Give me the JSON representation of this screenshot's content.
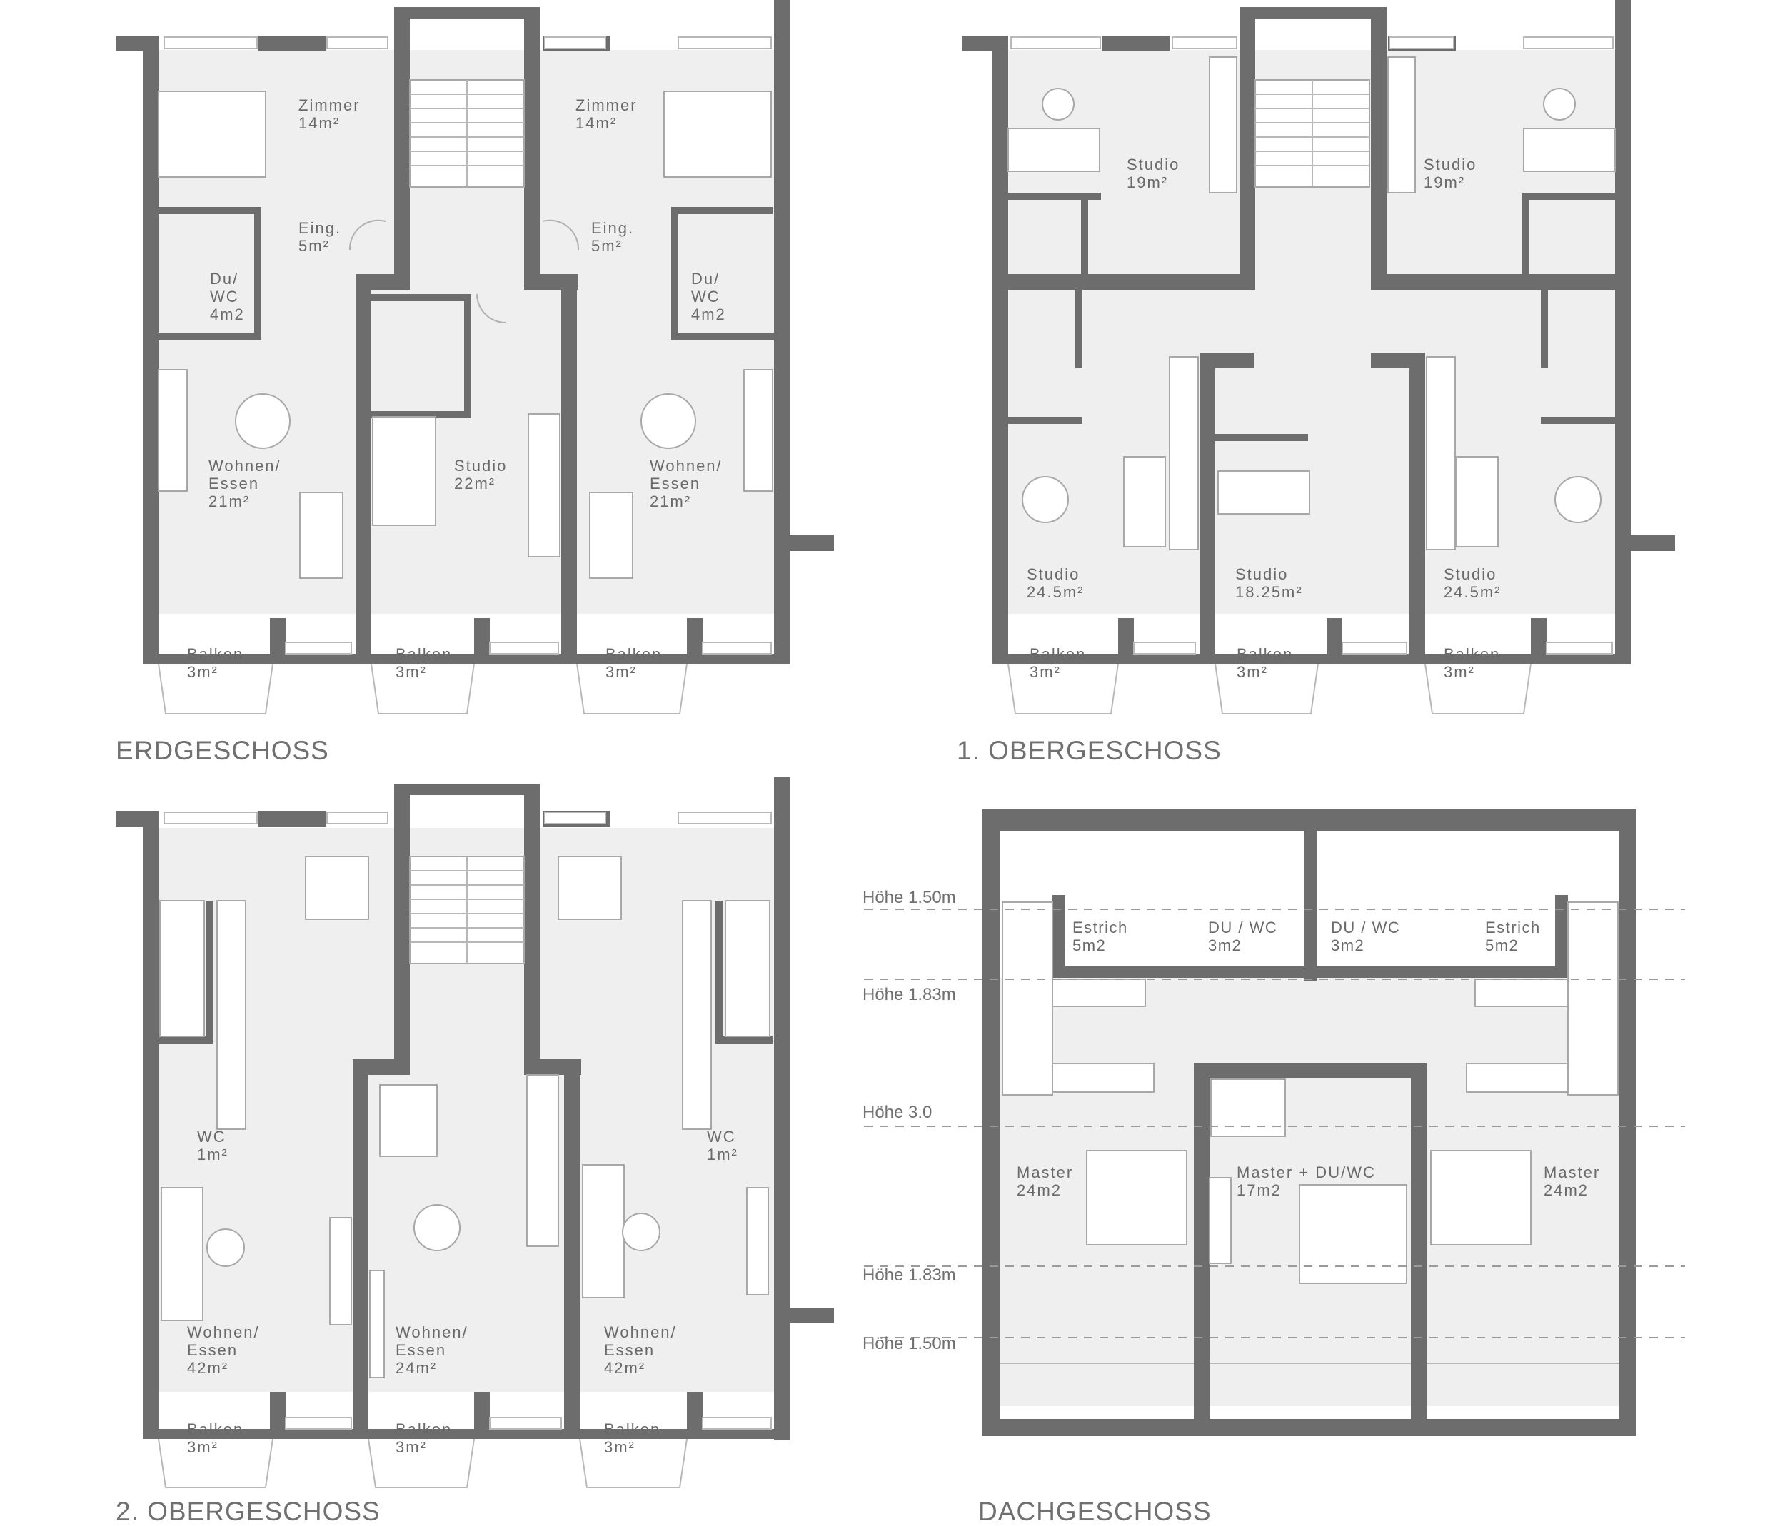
{
  "plans": {
    "erdgeschoss": {
      "title": "ERDGESCHOSS",
      "rooms": [
        {
          "name": "Zimmer",
          "area": "14m²"
        },
        {
          "name": "Zimmer",
          "area": "14m²"
        },
        {
          "name": "Eing.",
          "area": "5m²"
        },
        {
          "name": "Eing.",
          "area": "5m²"
        },
        {
          "name": "Du/",
          "name2": "WC",
          "area": "4m2"
        },
        {
          "name": "Du/",
          "name2": "WC",
          "area": "4m2"
        },
        {
          "name": "Wohnen/",
          "name2": "Essen",
          "area": "21m²"
        },
        {
          "name": "Studio",
          "area": "22m²"
        },
        {
          "name": "Wohnen/",
          "name2": "Essen",
          "area": "21m²"
        },
        {
          "name": "Balkon",
          "area": "3m²"
        },
        {
          "name": "Balkon",
          "area": "3m²"
        },
        {
          "name": "Balkon",
          "area": "3m²"
        }
      ]
    },
    "obergeschoss1": {
      "title": "1. OBERGESCHOSS",
      "rooms": [
        {
          "name": "Studio",
          "area": "19m²"
        },
        {
          "name": "Studio",
          "area": "19m²"
        },
        {
          "name": "Studio",
          "area": "24.5m²"
        },
        {
          "name": "Studio",
          "area": "18.25m²"
        },
        {
          "name": "Studio",
          "area": "24.5m²"
        },
        {
          "name": "Balkon",
          "area": "3m²"
        },
        {
          "name": "Balkon",
          "area": "3m²"
        },
        {
          "name": "Balkon",
          "area": "3m²"
        }
      ]
    },
    "obergeschoss2": {
      "title": "2. OBERGESCHOSS",
      "rooms": [
        {
          "name": "WC",
          "area": "1m²"
        },
        {
          "name": "WC",
          "area": "1m²"
        },
        {
          "name": "Wohnen/",
          "name2": "Essen",
          "area": "42m²"
        },
        {
          "name": "Wohnen/",
          "name2": "Essen",
          "area": "24m²"
        },
        {
          "name": "Wohnen/",
          "name2": "Essen",
          "area": "42m²"
        },
        {
          "name": "Balkon",
          "area": "3m²"
        },
        {
          "name": "Balkon",
          "area": "3m²"
        },
        {
          "name": "Balkon",
          "area": "3m²"
        }
      ]
    },
    "dachgeschoss": {
      "title": "DACHGESCHOSS",
      "rooms": [
        {
          "name": "Estrich",
          "area": "5m2"
        },
        {
          "name": "DU / WC",
          "area": "3m2"
        },
        {
          "name": "DU / WC",
          "area": "3m2"
        },
        {
          "name": "Estrich",
          "area": "5m2"
        },
        {
          "name": "Master",
          "area": "24m2"
        },
        {
          "name": "Master + DU/WC",
          "area": "17m2"
        },
        {
          "name": "Master",
          "area": "24m2"
        }
      ],
      "heights": [
        "Höhe 1.50m",
        "Höhe 1.83m",
        "Höhe 3.0",
        "Höhe 1.83m",
        "Höhe 1.50m"
      ]
    }
  }
}
